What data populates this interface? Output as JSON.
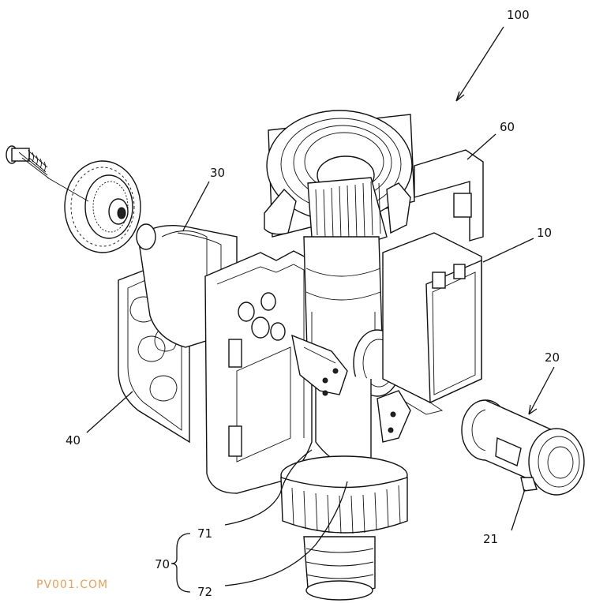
{
  "labels": {
    "l100": "100",
    "l60": "60",
    "l30": "30",
    "l10": "10",
    "l20": "20",
    "l40": "40",
    "l71": "71",
    "l70": "70",
    "l72": "72",
    "l21": "21"
  },
  "watermark": "PV001.COM"
}
